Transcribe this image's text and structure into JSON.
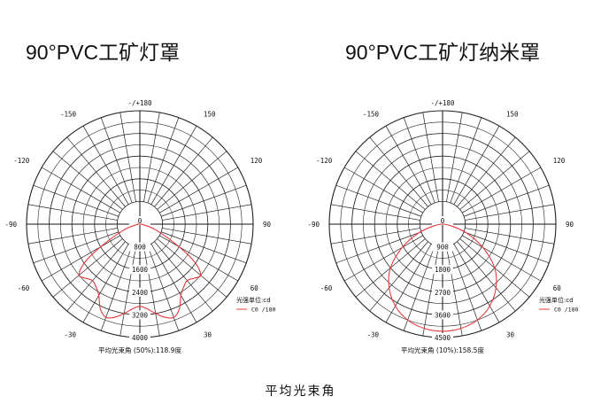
{
  "caption": "平均光束角",
  "chart_data": [
    {
      "type": "polar",
      "title": "90°PVC工矿灯罩",
      "angle_labels": [
        {
          "angle": 180,
          "label": "-/+180"
        },
        {
          "angle": -150,
          "label": "-150"
        },
        {
          "angle": 150,
          "label": "150"
        },
        {
          "angle": -120,
          "label": "-120"
        },
        {
          "angle": 120,
          "label": "120"
        },
        {
          "angle": -90,
          "label": "-90"
        },
        {
          "angle": 90,
          "label": "90"
        },
        {
          "angle": -60,
          "label": "-60"
        },
        {
          "angle": 60,
          "label": "60"
        },
        {
          "angle": -30,
          "label": "-30"
        },
        {
          "angle": 30,
          "label": "30"
        }
      ],
      "rlim": [
        0,
        4000
      ],
      "radial_ticks": [
        0,
        800,
        1600,
        2400,
        3200,
        4000
      ],
      "radial_tick_labels": [
        "0",
        "800",
        "1600",
        "2400",
        "3200",
        "4000"
      ],
      "legend_title": "光强单位:cd",
      "legend_entries": [
        "C0  /180"
      ],
      "series": [
        {
          "name": "C0  /180",
          "color": "#e8383d",
          "angles": [
            -90,
            -80,
            -70,
            -60,
            -55,
            -50,
            -45,
            -40,
            -35,
            -30,
            -25,
            -20,
            -15,
            -10,
            -5,
            0,
            5,
            10,
            15,
            20,
            25,
            30,
            35,
            40,
            45,
            50,
            55,
            60,
            70,
            80,
            90
          ],
          "values": [
            0,
            120,
            600,
            1600,
            2400,
            2800,
            2700,
            2600,
            2700,
            2900,
            3300,
            3500,
            3400,
            3200,
            3000,
            2900,
            3000,
            3200,
            3400,
            3500,
            3300,
            2900,
            2700,
            2600,
            2700,
            2800,
            2400,
            1600,
            600,
            120,
            0
          ]
        }
      ],
      "annotation": "平均光束角 (50%):118.9度"
    },
    {
      "type": "polar",
      "title": "90°PVC工矿灯纳米罩",
      "angle_labels": [
        {
          "angle": 180,
          "label": "-/+180"
        },
        {
          "angle": -150,
          "label": "-150"
        },
        {
          "angle": 150,
          "label": "150"
        },
        {
          "angle": -120,
          "label": "-120"
        },
        {
          "angle": 120,
          "label": "120"
        },
        {
          "angle": -90,
          "label": "-90"
        },
        {
          "angle": 90,
          "label": "90"
        },
        {
          "angle": -60,
          "label": "-60"
        },
        {
          "angle": 60,
          "label": "60"
        },
        {
          "angle": -30,
          "label": "-30"
        },
        {
          "angle": 30,
          "label": "30"
        }
      ],
      "rlim": [
        0,
        4500
      ],
      "radial_ticks": [
        0,
        900,
        1800,
        2700,
        3600,
        4500
      ],
      "radial_tick_labels": [
        "0",
        "900",
        "1800",
        "2700",
        "3600",
        "4500"
      ],
      "legend_title": "光强单位:cd",
      "legend_entries": [
        "C0  /180"
      ],
      "series": [
        {
          "name": "C0  /180",
          "color": "#e8383d",
          "angles": [
            -90,
            -80,
            -70,
            -60,
            -50,
            -40,
            -30,
            -20,
            -10,
            0,
            10,
            20,
            30,
            40,
            50,
            60,
            70,
            80,
            90
          ],
          "values": [
            0,
            300,
            1000,
            1850,
            2700,
            3300,
            3750,
            4050,
            4200,
            4250,
            4200,
            4050,
            3750,
            3300,
            2700,
            1850,
            1000,
            300,
            0
          ]
        }
      ],
      "annotation": "平均光束角 (10%):158.5度"
    }
  ]
}
